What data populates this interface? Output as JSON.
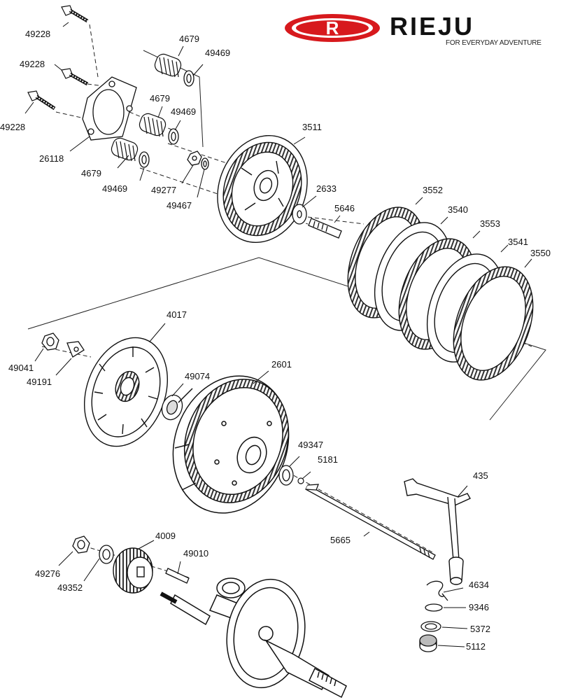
{
  "brand": {
    "name": "RIEJU",
    "emblem_letter": "R",
    "tagline": "FOR EVERYDAY ADVENTURE",
    "color_red": "#d7191d",
    "color_dark": "#111111"
  },
  "part_numbers": {
    "p49228_top": "49228",
    "p49228_mid": "49228",
    "p49228_low": "49228",
    "p26118": "26118",
    "p4679_top": "4679",
    "p4679_mid": "4679",
    "p4679_low": "4679",
    "p49469_top": "49469",
    "p49469_mid": "49469",
    "p49469_low": "49469",
    "p49277": "49277",
    "p49467": "49467",
    "p3511": "3511",
    "p2633": "2633",
    "p5646": "5646",
    "p3552": "3552",
    "p3540": "3540",
    "p3553": "3553",
    "p3541": "3541",
    "p3550": "3550",
    "p4017": "4017",
    "p49041": "49041",
    "p49191": "49191",
    "p49074": "49074",
    "p2601": "2601",
    "p49347": "49347",
    "p5181": "5181",
    "p435": "435",
    "p5665": "5665",
    "p4009": "4009",
    "p49010": "49010",
    "p49276": "49276",
    "p49352": "49352",
    "p4634": "4634",
    "p9346": "9346",
    "p5372": "5372",
    "p5112": "5112"
  }
}
